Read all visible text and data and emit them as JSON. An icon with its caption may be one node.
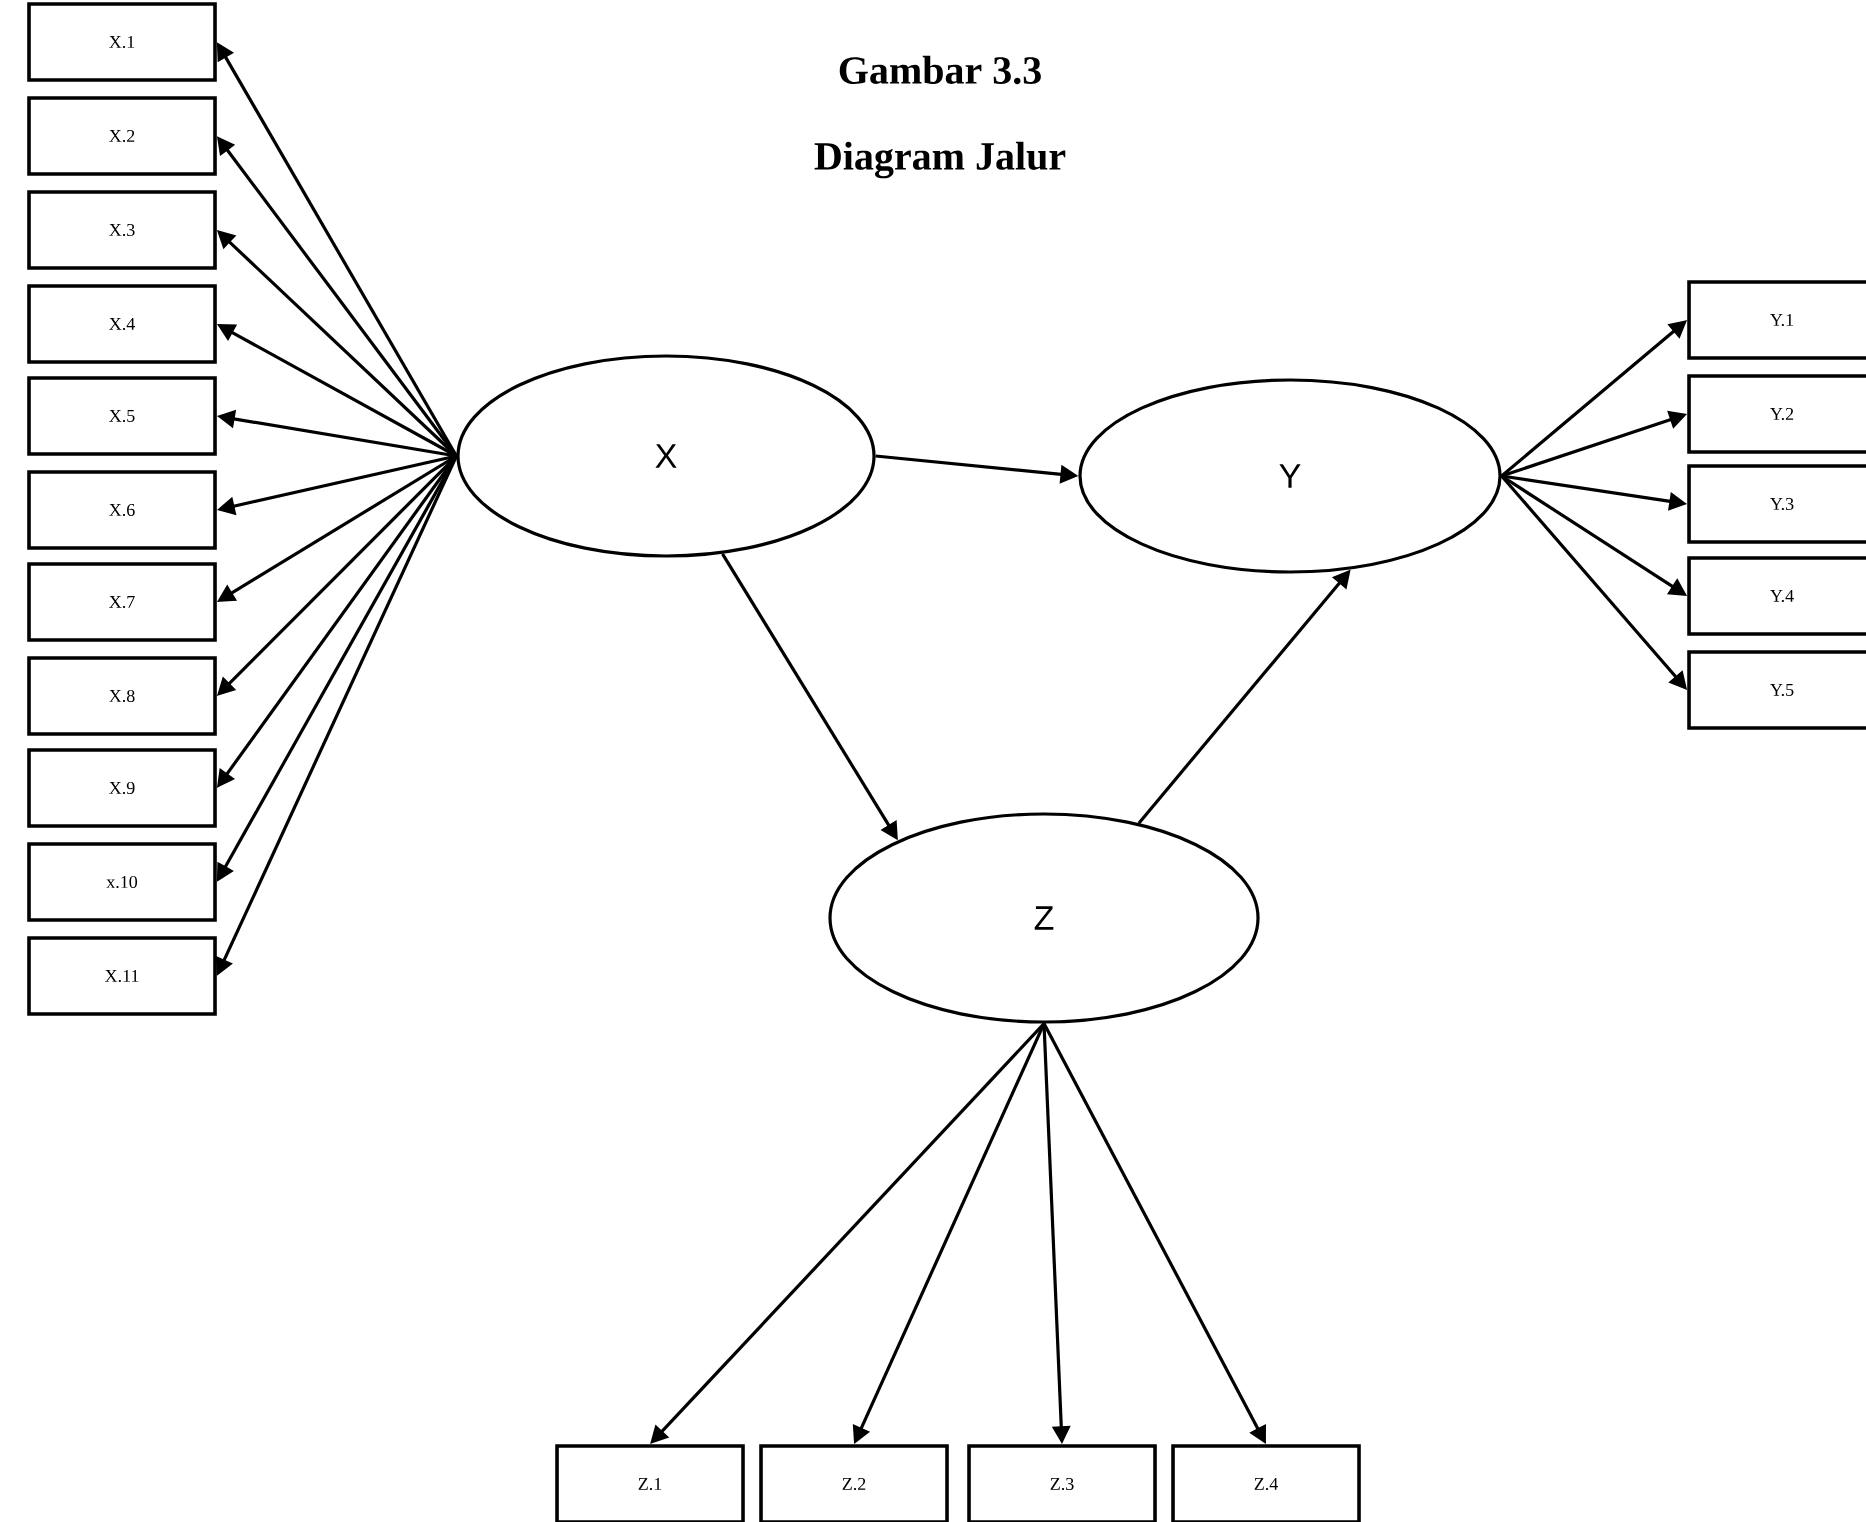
{
  "diagram": {
    "title": "Gambar 3.3",
    "nodes": [
      {
        "text": [
          "X"
        ]
      },
      {
        "text": [
          "Y"
        ]
      },
      {
        "text": [
          "Z"
        ]
      },
      {
        "text": [
          "X.1"
        ]
      },
      {
        "text": [
          "X.2"
        ]
      },
      {
        "text": [
          "X.3"
        ]
      },
      {
        "text": [
          "X.4"
        ]
      },
      {
        "text": [
          "X.5"
        ]
      },
      {
        "text": [
          "X.6"
        ]
      },
      {
        "text": [
          "X.7"
        ]
      },
      {
        "text": [
          "X.8"
        ]
      },
      {
        "text": [
          "X.9"
        ]
      },
      {
        "text": [
          "x.10"
        ]
      },
      {
        "text": [
          "X.11"
        ]
      },
      {
        "text": [
          "Y.1"
        ]
      },
      {
        "text": [
          "Y.2"
        ]
      },
      {
        "text": [
          "Y.3"
        ]
      },
      {
        "text": [
          "Y.4"
        ]
      },
      {
        "text": [
          "Y.5"
        ]
      },
      {
        "text": [
          "Z.1"
        ]
      },
      {
        "text": [
          "Z.2"
        ]
      },
      {
        "text": [
          "Z.3"
        ]
      },
      {
        "text": [
          "Z.4"
        ]
      }
    ],
    "edges": [
      {
        "from": 0,
        "to": 3,
        "arrow": "to"
      },
      {
        "from": 0,
        "to": 4,
        "arrow": "to"
      },
      {
        "from": 0,
        "to": 5,
        "arrow": "to"
      },
      {
        "from": 0,
        "to": 6,
        "arrow": "to"
      },
      {
        "from": 0,
        "to": 7,
        "arrow": "to"
      },
      {
        "from": 0,
        "to": 8,
        "arrow": "to"
      },
      {
        "from": 0,
        "to": 9,
        "arrow": "to"
      },
      {
        "from": 0,
        "to": 10,
        "arrow": "to"
      },
      {
        "from": 0,
        "to": 11,
        "arrow": "to"
      },
      {
        "from": 0,
        "to": 12,
        "arrow": "to"
      },
      {
        "from": 0,
        "to": 13,
        "arrow": "to"
      },
      {
        "from": 0,
        "to": 1,
        "arrow": "to"
      },
      {
        "from": 0,
        "to": 2,
        "arrow": "to"
      },
      {
        "from": 2,
        "to": 1,
        "arrow": "to"
      },
      {
        "from": 1,
        "to": 14,
        "arrow": "to"
      },
      {
        "from": 1,
        "to": 15,
        "arrow": "to"
      },
      {
        "from": 1,
        "to": 16,
        "arrow": "to"
      },
      {
        "from": 1,
        "to": 17,
        "arrow": "to"
      },
      {
        "from": 1,
        "to": 18,
        "arrow": "to"
      },
      {
        "from": 2,
        "to": 19,
        "arrow": "to"
      },
      {
        "from": 2,
        "to": 20,
        "arrow": "to"
      },
      {
        "from": 2,
        "to": 21,
        "arrow": "to"
      },
      {
        "from": 2,
        "to": 22,
        "arrow": "to"
      }
    ],
    "labels": [
      "Diagram Jalur"
    ]
  }
}
